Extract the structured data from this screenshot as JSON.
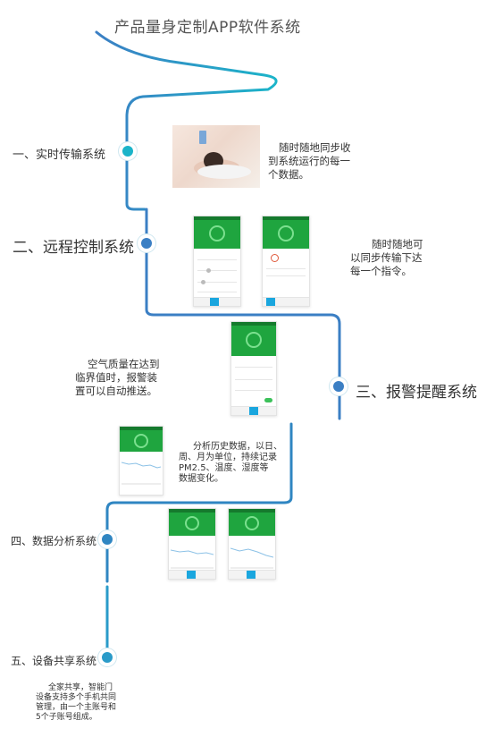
{
  "title": "产品量身定制APP软件系统",
  "colors": {
    "teal": "#1bb4c9",
    "blue": "#3b7fc4",
    "phone_green": "#1fa53f",
    "tab_blue": "#1aa6de"
  },
  "sections": [
    {
      "label": "一、实时传输系统",
      "desc": "随时随地同步收到系统运行的每一个数据。"
    },
    {
      "label": "二、远程控制系统",
      "desc": "随时随地可以同步传输下达每一个指令。"
    },
    {
      "label": "三、报警提醒系统",
      "desc": "空气质量在达到临界值时，报警装置可以自动推送。"
    },
    {
      "label": "四、数据分析系统",
      "desc": "分析历史数据，以日、周、月为单位，持续记录PM2.5、温度、湿度等数据变化。"
    },
    {
      "label": "五、设备共享系统",
      "desc": "全家共享，智能门设备支持多个手机共同管理，由一个主账号和5个子账号组成。"
    }
  ],
  "desc_lines": {
    "s1": [
      "随时随地同步收",
      "到系统运行的每一",
      "个数据。"
    ],
    "s2": [
      "随时随地可",
      "以同步传输下达",
      "每一个指令。"
    ],
    "s3": [
      "空气质量在达到",
      "临界值时，报警装",
      "置可以自动推送。"
    ],
    "s4": [
      "分析历史数据，以日、",
      "周、月为单位，持续记录",
      "PM2.5、温度、湿度等",
      "数据变化。"
    ],
    "s5": [
      "全家共享，智能门",
      "设备支持多个手机共同",
      "管理，由一个主账号和",
      "5个子账号组成。"
    ]
  }
}
